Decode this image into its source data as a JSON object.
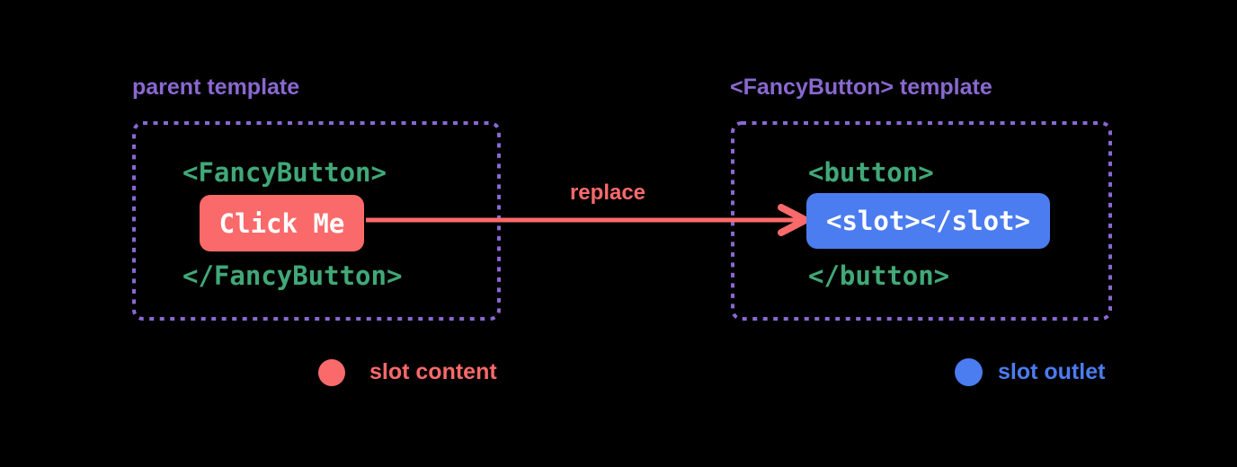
{
  "colors": {
    "bg": "#000000",
    "purple": "#8a68d0",
    "green": "#41a878",
    "coral": "#fa6a6a",
    "blue": "#4b7cf0",
    "white": "#ffffff"
  },
  "left_panel": {
    "title": "parent template",
    "code_open": "<FancyButton>",
    "button_label": "Click Me",
    "code_close": "</FancyButton>"
  },
  "arrow": {
    "label": "replace"
  },
  "right_panel": {
    "title": "<FancyButton> template",
    "code_open": "<button>",
    "slot_label": "<slot></slot>",
    "code_close": "</button>"
  },
  "legend": {
    "slot_content": "slot content",
    "slot_outlet": "slot outlet"
  }
}
